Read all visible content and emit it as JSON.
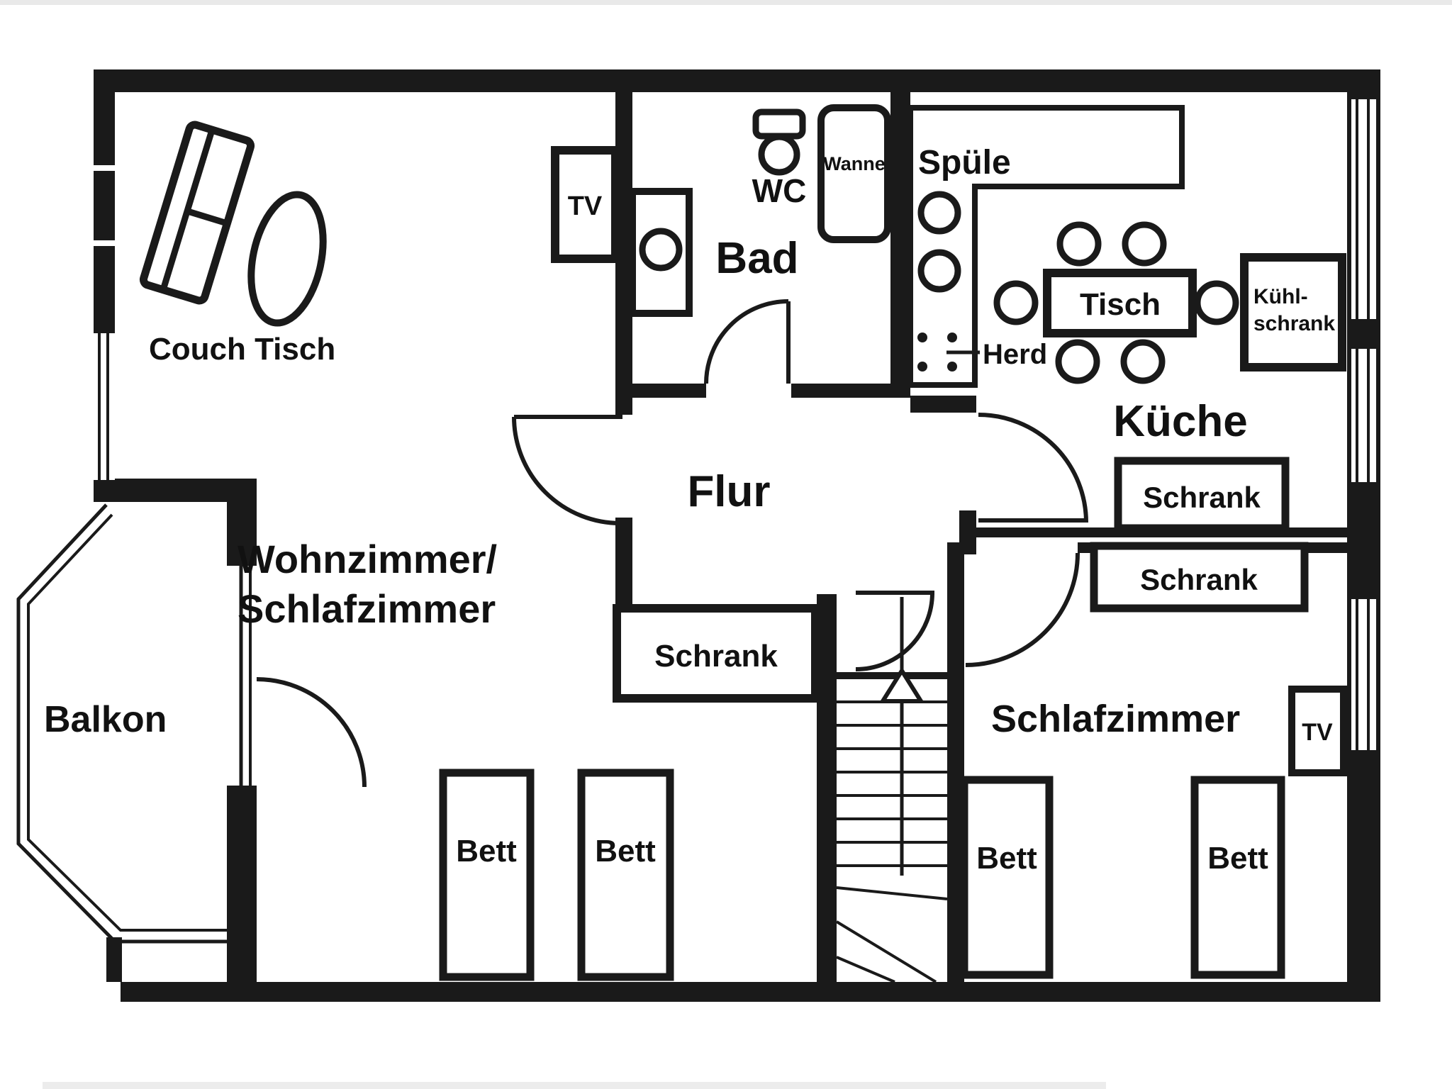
{
  "document": {
    "type": "floor-plan-scan",
    "language": "German"
  },
  "labels": {
    "couch_tisch": "Couch Tisch",
    "tv_wohnzimmer": "TV",
    "bad": "Bad",
    "wc": "WC",
    "wanne": "Wanne",
    "spuele": "Spüle",
    "herd": "Herd",
    "tisch": "Tisch",
    "kuehlschrank_line1": "Kühl-",
    "kuehlschrank_line2": "schrank",
    "kueche": "Küche",
    "flur": "Flur",
    "schrank_kueche": "Schrank",
    "schrank_schlafzimmer": "Schrank",
    "schrank_flur": "Schrank",
    "wohnzimmer_line1": "Wohnzimmer/",
    "wohnzimmer_line2": "Schlafzimmer",
    "balkon": "Balkon",
    "bett_wohnzimmer_1": "Bett",
    "bett_wohnzimmer_2": "Bett",
    "schlafzimmer": "Schlafzimmer",
    "tv_schlafzimmer": "TV",
    "bett_schlafzimmer_1": "Bett",
    "bett_schlafzimmer_2": "Bett"
  },
  "colors": {
    "wall": "#1a1a1a",
    "background": "#ffffff",
    "text": "#111111"
  }
}
